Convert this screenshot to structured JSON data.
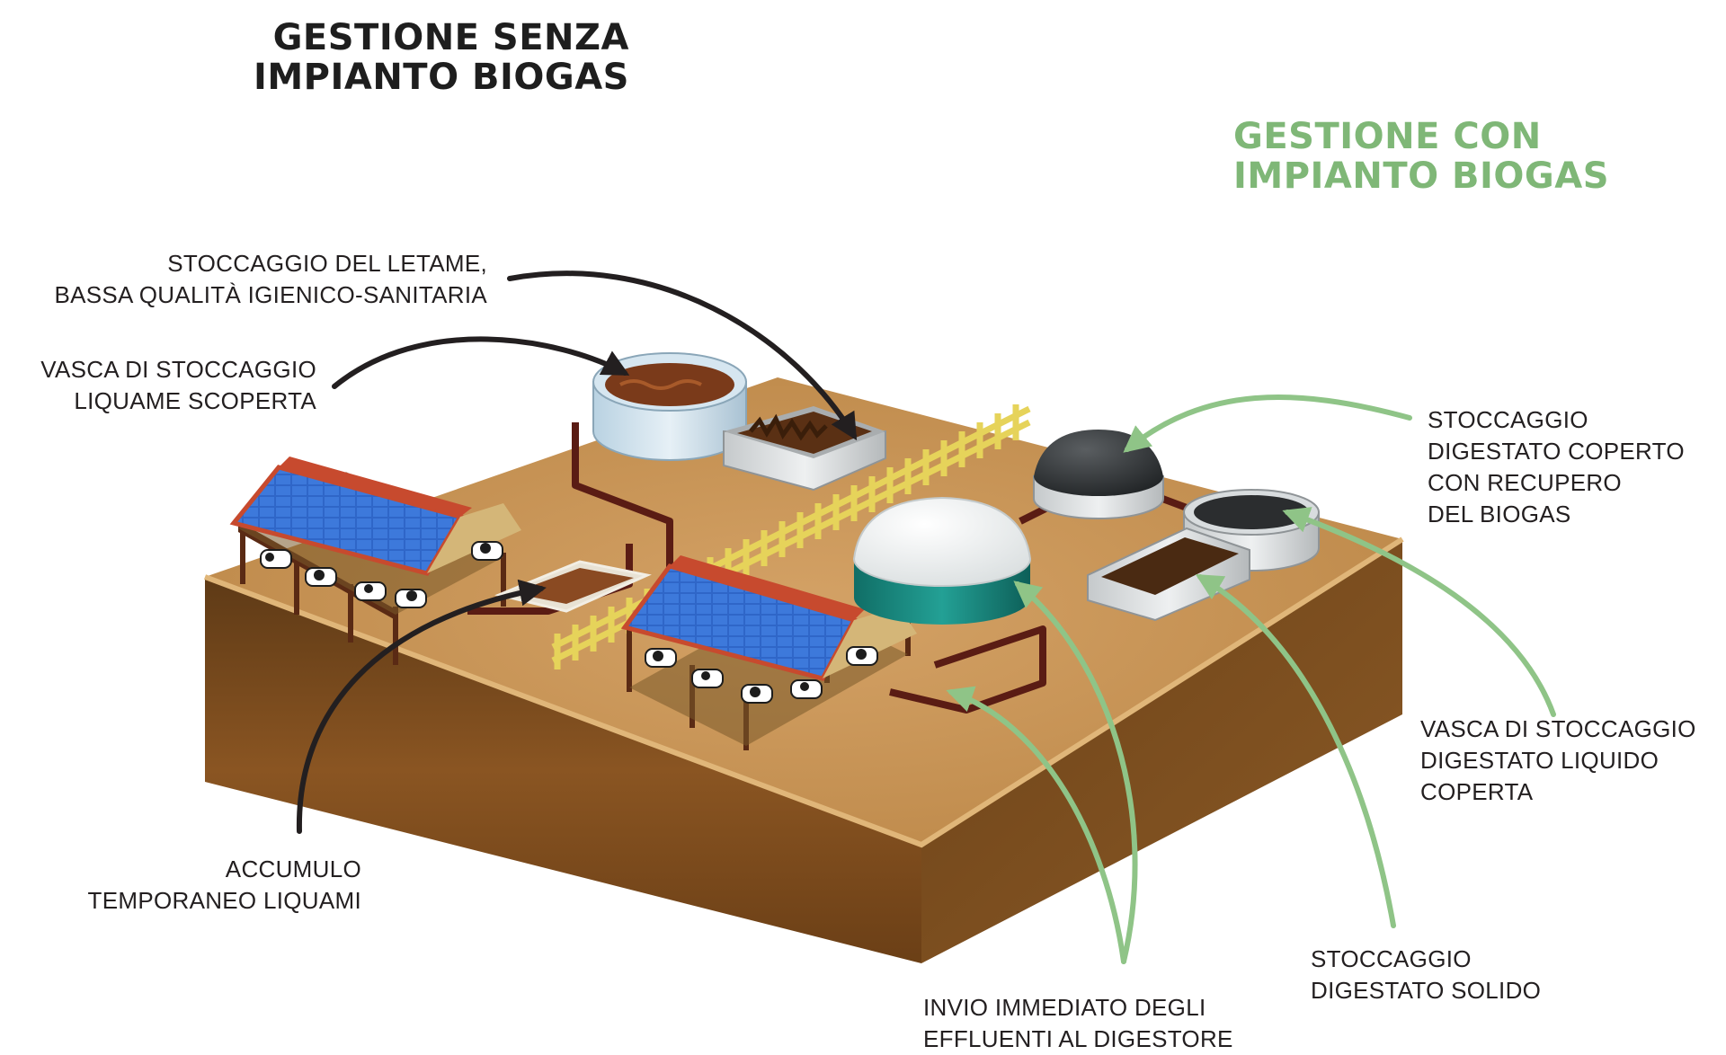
{
  "title_without": {
    "line1": "GESTIONE SENZA",
    "line2": "IMPIANTO BIOGAS",
    "color": "#1e1e1e"
  },
  "title_with": {
    "line1": "GESTIONE CON",
    "line2": "IMPIANTO BIOGAS",
    "color": "#7fb777"
  },
  "labels": {
    "letame": {
      "line1": "STOCCAGGIO DEL LETAME,",
      "line2": "BASSA QUALITÀ IGIENICO-SANITARIA"
    },
    "vasca_scoperta": {
      "line1": "VASCA DI STOCCAGGIO",
      "line2": "LIQUAME SCOPERTA"
    },
    "accumulo": {
      "line1": "ACCUMULO",
      "line2": "TEMPORANEO LIQUAMI"
    },
    "digestato_coperto": {
      "line1": "STOCCAGGIO",
      "line2": "DIGESTATO COPERTO",
      "line3": "CON RECUPERO",
      "line4": "DEL BIOGAS"
    },
    "vasca_coperta": {
      "line1": "VASCA DI STOCCAGGIO",
      "line2": "DIGESTATO LIQUIDO",
      "line3": "COPERTA"
    },
    "digestato_solido": {
      "line1": "STOCCAGGIO",
      "line2": "DIGESTATO SOLIDO"
    },
    "invio": {
      "line1": "INVIO IMMEDIATO DEGLI",
      "line2": "EFFLUENTI AL DIGESTORE"
    }
  },
  "colors": {
    "arrow_without": "#231f20",
    "arrow_with": "#8fc487",
    "soil_top": "#c9955a",
    "soil_side": "#7a4a1c",
    "pipe": "#5a1c14",
    "fence": "#e6d35a",
    "solar_panel": "#2f66c8",
    "digester": "#1a8a80"
  }
}
